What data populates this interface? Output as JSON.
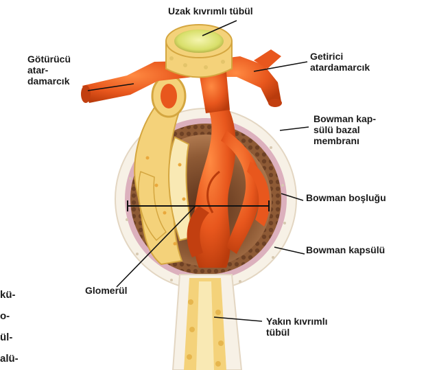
{
  "labels": {
    "distal_tubule": "Uzak kıvrımlı tübül",
    "efferent_arteriole": "Götürücü\natar-\ndamarcık",
    "afferent_arteriole": "Getirici\natardamarcık",
    "basement_membrane": "Bowman kap-\nsülü bazal\nmembranı",
    "bowman_space": "Bowman boşluğu",
    "bowman_capsule": "Bowman kapsülü",
    "glomerulus": "Glomerül",
    "proximal_tubule": "Yakın kıvrımlı\ntübül",
    "cut_off_text": "kü-\no-\nül-\nalü-"
  },
  "colors": {
    "capsule_outer": "#f7f1e6",
    "capsule_pink": "#d9a4b4",
    "capsule_brown": "#8e5a35",
    "artery_orange": "#e8571d",
    "artery_dark": "#c23f10",
    "tubule_yellow": "#f4d27a",
    "tubule_light": "#f9e9b4",
    "distal_green": "#d8df6a"
  }
}
